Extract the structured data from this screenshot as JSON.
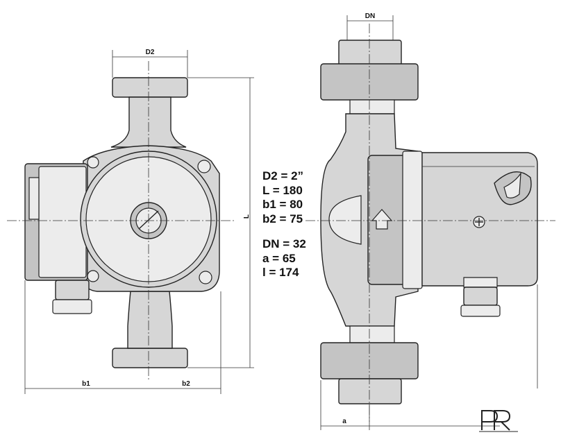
{
  "dimensions": {
    "d2_label": "D2",
    "dn_label": "DN",
    "l_label": "L",
    "b1_label": "b1",
    "b2_label": "b2",
    "a_label": "a"
  },
  "specs": {
    "d2": "D2 = 2”",
    "l": "L = 180",
    "b1": "b1 = 80",
    "b2": "b2 = 75",
    "dn": "DN = 32",
    "a": "a = 65",
    "l_small": "l = 174"
  },
  "logo": {
    "text": "PR"
  }
}
